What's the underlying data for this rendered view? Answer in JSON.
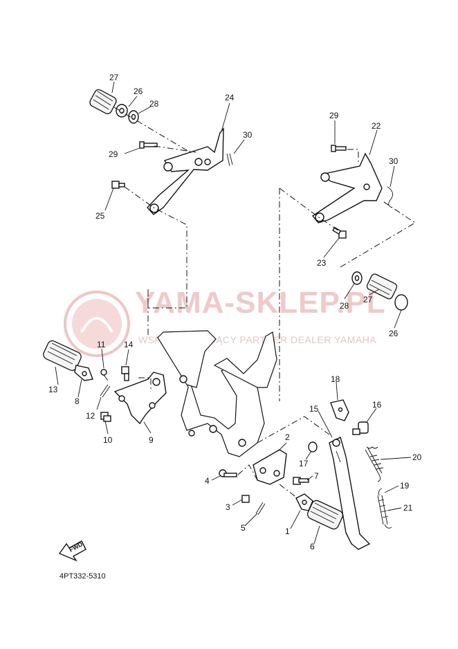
{
  "diagram_code": "4PT332-5310",
  "watermark": {
    "title": "YAMA-SKLEP.PL",
    "subtitle": "WSPÓŁPRACUJĄCY PARTNER DEALER YAMAHA",
    "color": "#e8a7a7"
  },
  "fwd_label": "FWD",
  "callouts": [
    {
      "n": "27"
    },
    {
      "n": "26"
    },
    {
      "n": "28"
    },
    {
      "n": "24"
    },
    {
      "n": "29"
    },
    {
      "n": "30"
    },
    {
      "n": "25"
    },
    {
      "n": "29"
    },
    {
      "n": "22"
    },
    {
      "n": "30"
    },
    {
      "n": "23"
    },
    {
      "n": "28"
    },
    {
      "n": "27"
    },
    {
      "n": "26"
    },
    {
      "n": "11"
    },
    {
      "n": "14"
    },
    {
      "n": "13"
    },
    {
      "n": "8"
    },
    {
      "n": "12"
    },
    {
      "n": "10"
    },
    {
      "n": "9"
    },
    {
      "n": "18"
    },
    {
      "n": "15"
    },
    {
      "n": "16"
    },
    {
      "n": "2"
    },
    {
      "n": "17"
    },
    {
      "n": "20"
    },
    {
      "n": "4"
    },
    {
      "n": "7"
    },
    {
      "n": "19"
    },
    {
      "n": "3"
    },
    {
      "n": "21"
    },
    {
      "n": "5"
    },
    {
      "n": "1"
    },
    {
      "n": "6"
    }
  ]
}
